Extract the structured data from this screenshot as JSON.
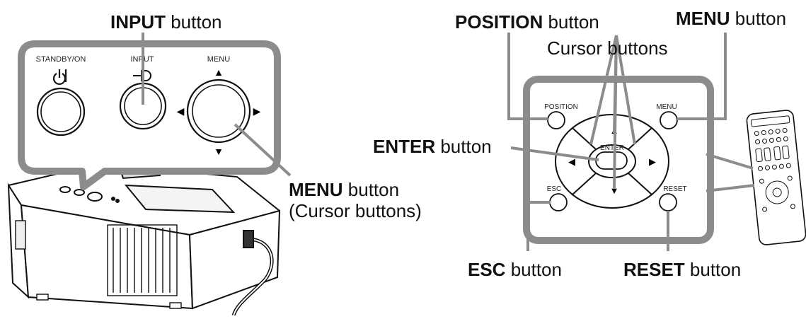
{
  "callouts": {
    "input": {
      "bold": "INPUT",
      "rest": " button"
    },
    "menu_projector": {
      "bold": "MENU",
      "rest": " button",
      "line2": "(Cursor buttons)"
    },
    "position": {
      "bold": "POSITION",
      "rest": " button"
    },
    "menu_remote": {
      "bold": "MENU",
      "rest": " button"
    },
    "cursor": {
      "text": "Cursor buttons"
    },
    "enter": {
      "bold": "ENTER",
      "rest": " button"
    },
    "esc": {
      "bold": "ESC",
      "rest": " button"
    },
    "reset": {
      "bold": "RESET",
      "rest": " button"
    }
  },
  "projector_panel": {
    "standby_label": "STANDBY/ON",
    "input_label": "INPUT",
    "menu_label": "MENU"
  },
  "remote_panel": {
    "position_label": "POSITION",
    "menu_label": "MENU",
    "enter_label": "ENTER",
    "esc_label": "ESC",
    "reset_label": "RESET"
  },
  "icons": {
    "power": "power-icon",
    "input": "input-icon",
    "arrows": [
      "▲",
      "▼",
      "◀",
      "▶"
    ]
  },
  "colors": {
    "outline": "#111111",
    "panel_border": "#8c8c8c",
    "background": "#ffffff"
  }
}
